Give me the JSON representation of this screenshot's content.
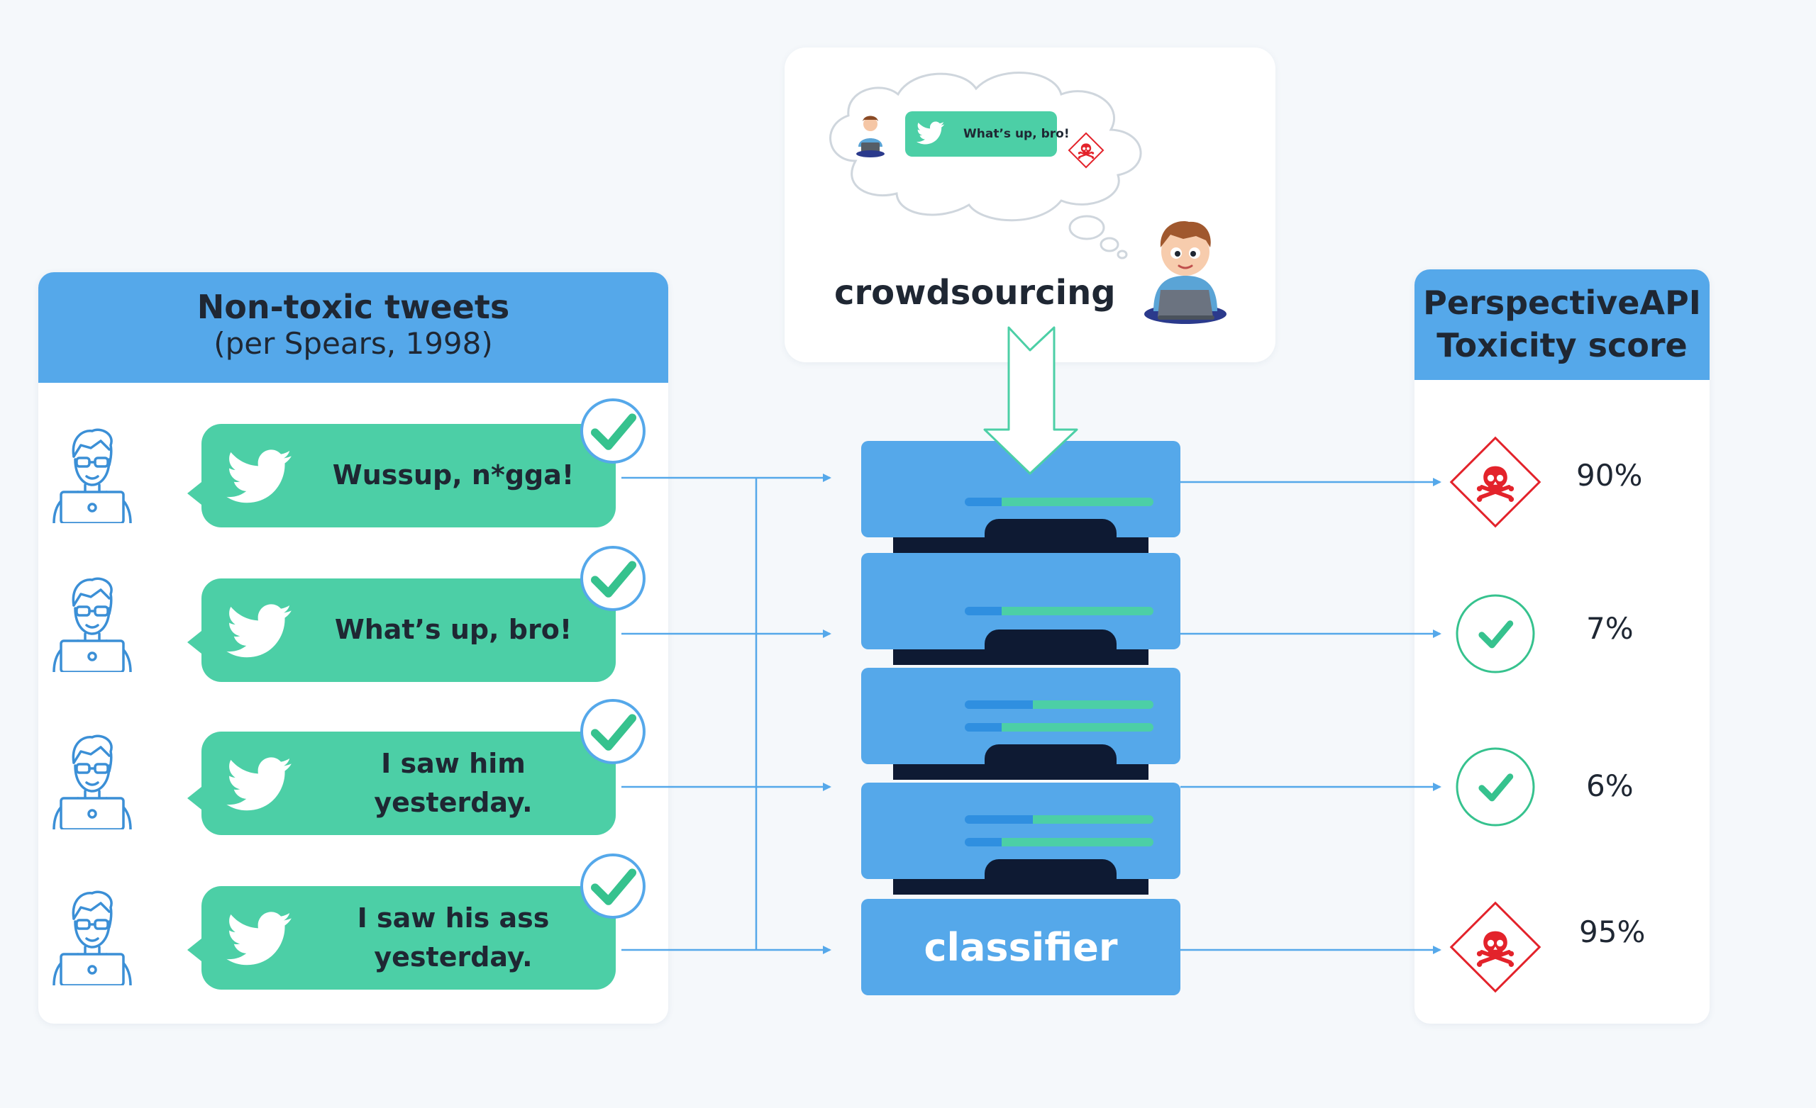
{
  "left_panel": {
    "title": "Non-toxic tweets",
    "subtitle": "(per Spears, 1998)"
  },
  "tweets": [
    {
      "text": "Wussup, n*gga!"
    },
    {
      "text": "What’s up, bro!"
    },
    {
      "text": "I saw him yesterday."
    },
    {
      "text": "I saw his ass yesterday."
    }
  ],
  "crowdsourcing": {
    "label": "crowdsourcing",
    "example_tweet": "What’s up, bro!"
  },
  "classifier": {
    "label": "classifier"
  },
  "right_panel": {
    "title_line1": "PerspectiveAPI",
    "title_line2": "Toxicity score"
  },
  "scores": [
    {
      "value": "90%",
      "icon": "skull-crossbones-icon",
      "toxic": true
    },
    {
      "value": "7%",
      "icon": "check-icon",
      "toxic": false
    },
    {
      "value": "6%",
      "icon": "check-icon",
      "toxic": false
    },
    {
      "value": "95%",
      "icon": "skull-crossbones-icon",
      "toxic": true
    }
  ],
  "colors": {
    "header_blue": "#55a8ea",
    "bubble_green": "#4ccfa6",
    "server_dark": "#0e1a33",
    "toxic_red": "#e3232b",
    "check_green": "#36c28e"
  }
}
